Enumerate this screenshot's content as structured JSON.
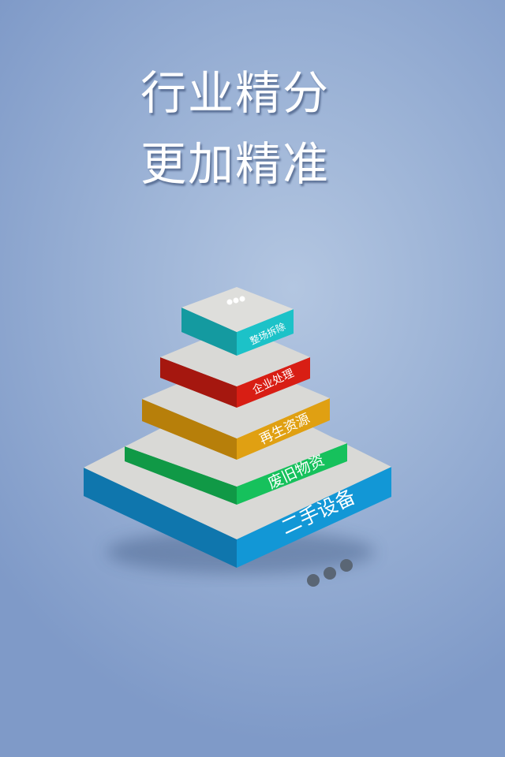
{
  "headline": {
    "line1": "行业精分",
    "line2": "更加精准"
  },
  "pyramid": {
    "tiers": [
      {
        "label": "二手设备",
        "color": "#1297d6"
      },
      {
        "label": "废旧物资",
        "color": "#16c15c"
      },
      {
        "label": "再生资源",
        "color": "#e0a012"
      },
      {
        "label": "企业处理",
        "color": "#d81e14"
      },
      {
        "label": "整场拆除",
        "color": "#1cc2c8"
      }
    ],
    "top_face_color": "#d9d9d6"
  },
  "icons": {
    "top_dots": "ellipsis-icon",
    "bottom_dots": "ellipsis-icon"
  }
}
